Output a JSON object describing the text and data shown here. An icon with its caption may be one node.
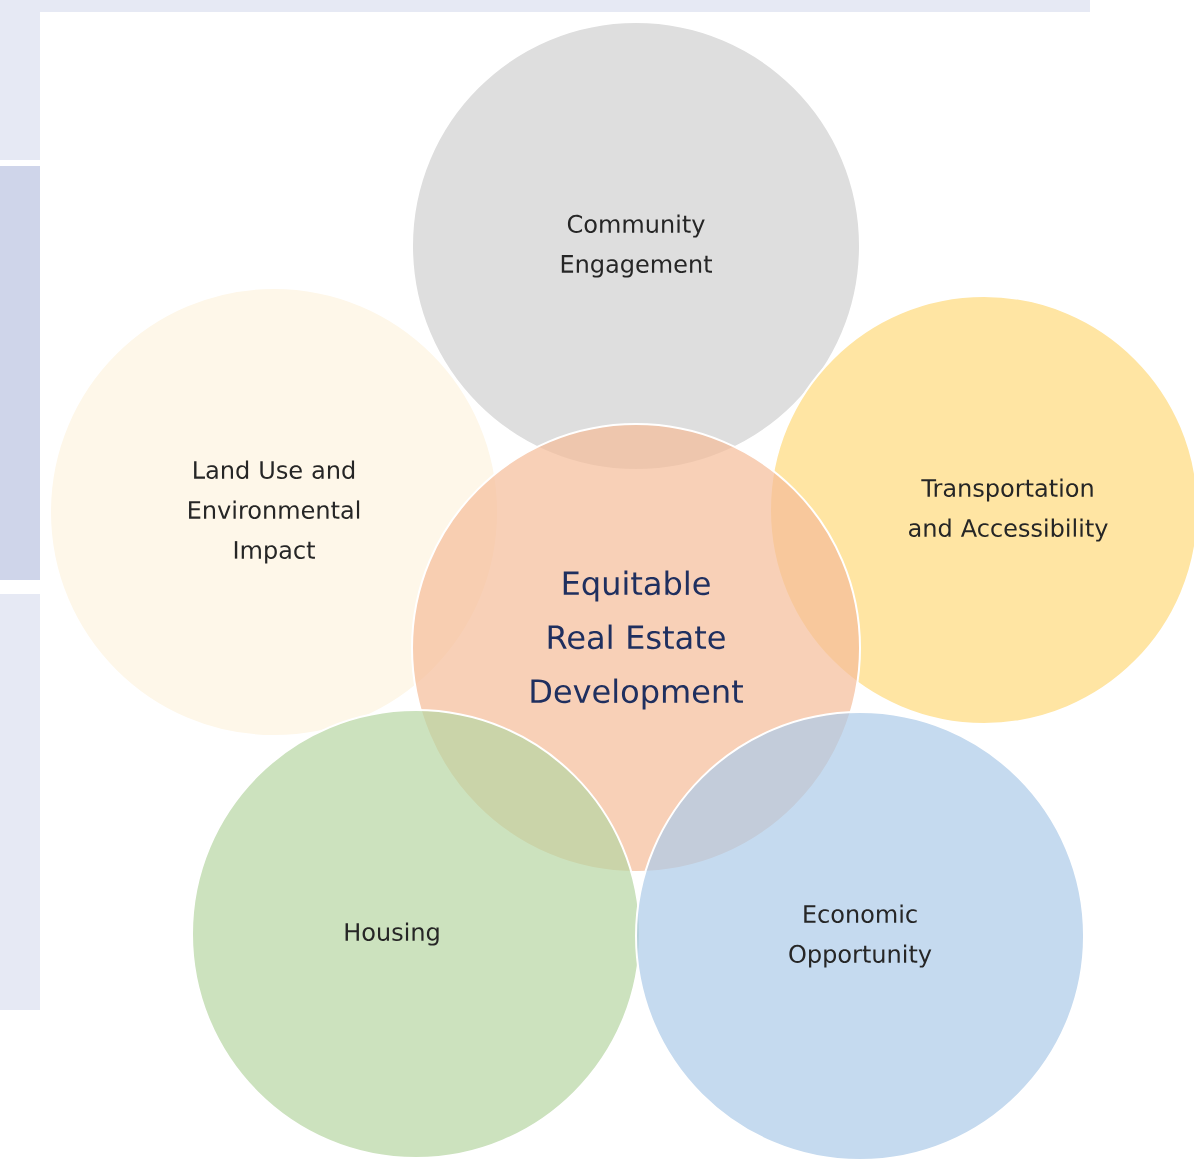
{
  "diagram": {
    "nodes": [
      {
        "text": [
          "Community Engagement"
        ]
      },
      {
        "text": [
          "Land Use and Environmental Impact"
        ]
      },
      {
        "text": [
          "Transportation and Accessibility"
        ]
      },
      {
        "text": [
          "Equitable Real Estate Development"
        ]
      },
      {
        "text": [
          "Housing"
        ]
      },
      {
        "text": [
          "Economic Opportunity"
        ]
      }
    ]
  }
}
